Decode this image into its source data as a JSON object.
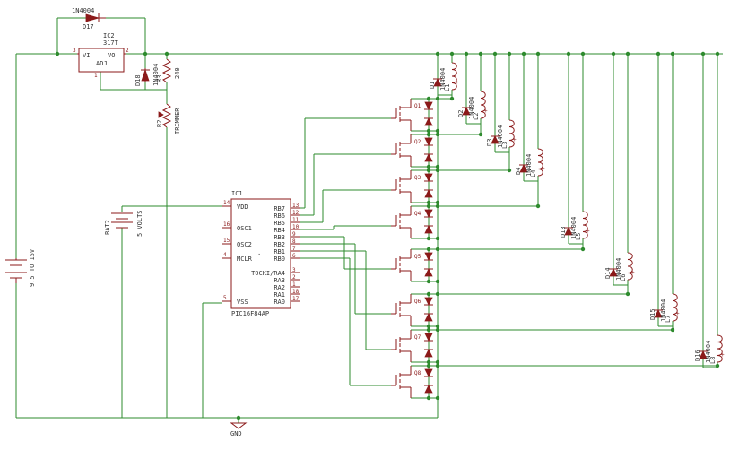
{
  "ic2": {
    "name": "IC2",
    "part": "317T",
    "vi": "VI",
    "vo": "VO",
    "adj": "ADJ",
    "pin_vi": "3",
    "pin_vo": "2",
    "pin_adj": "1"
  },
  "diodes_top": {
    "d17_type": "1N4004",
    "d17_name": "D17",
    "d18_name": "D18",
    "d18_type": "1N4004"
  },
  "resistors": {
    "r3_name": "R3",
    "r3_value": "240",
    "r2_name": "R2",
    "r2_value": "TRIMMER"
  },
  "ic1": {
    "name": "IC1",
    "part": "PIC16F84AP",
    "left_pins": [
      {
        "num": "14",
        "name": "VDD"
      },
      {
        "num": "16",
        "name": "OSC1"
      },
      {
        "num": "15",
        "name": "OSC2"
      },
      {
        "num": "4",
        "name": "MCLR"
      },
      {
        "num": "5",
        "name": "VSS"
      }
    ],
    "right_pins": [
      {
        "num": "13",
        "name": "RB7"
      },
      {
        "num": "12",
        "name": "RB6"
      },
      {
        "num": "11",
        "name": "RB5"
      },
      {
        "num": "10",
        "name": "RB4"
      },
      {
        "num": "9",
        "name": "RB3"
      },
      {
        "num": "8",
        "name": "RB2"
      },
      {
        "num": "7",
        "name": "RB1"
      },
      {
        "num": "6",
        "name": "RB0"
      },
      {
        "num": "3",
        "name": "T0CKI/RA4"
      },
      {
        "num": "2",
        "name": "RA3"
      },
      {
        "num": "1",
        "name": "RA2"
      },
      {
        "num": "18",
        "name": "RA1"
      },
      {
        "num": "17",
        "name": "RA0"
      }
    ]
  },
  "batteries": {
    "bat1_value": "9.5 TO 15V",
    "bat2_name": "BAT2",
    "bat2_value": "5 VOLTS"
  },
  "ground": {
    "label": "GND"
  },
  "mosfets": [
    "Q1",
    "Q2",
    "Q3",
    "Q4",
    "Q5",
    "Q6",
    "Q7",
    "Q8"
  ],
  "coil_stages": [
    {
      "diode": "D1",
      "coil": "L1"
    },
    {
      "diode": "D2",
      "coil": "L2"
    },
    {
      "diode": "D3",
      "coil": "L3"
    },
    {
      "diode": "D4",
      "coil": "L4"
    },
    {
      "diode": "D13",
      "coil": "L5"
    },
    {
      "diode": "D14",
      "coil": "L6"
    },
    {
      "diode": "D15",
      "coil": "L7"
    },
    {
      "diode": "D16",
      "coil": "L8"
    }
  ],
  "coil_diode_type": "1N4004",
  "colors": {
    "wire": "#2e8b2e",
    "part": "#8b1a1a",
    "text": "#333333"
  }
}
